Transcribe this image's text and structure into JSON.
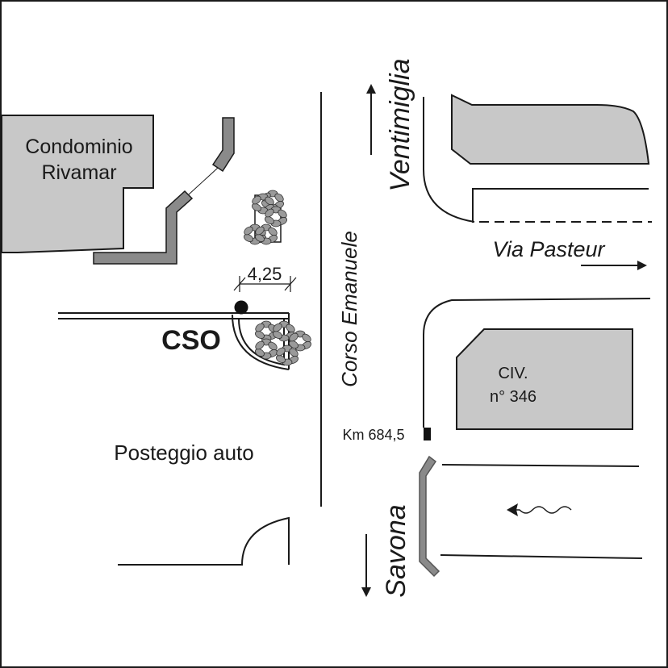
{
  "labels": {
    "building_left_line1": "Condominio",
    "building_left_line2": "Rivamar",
    "dimension": "4,25",
    "cso": "CSO",
    "parking": "Posteggio auto",
    "main_road": "Corso Emanuele",
    "north_direction": "Ventimiglia",
    "south_direction": "Savona",
    "side_street": "Via Pasteur",
    "civic_line1": "CIV.",
    "civic_line2": "n° 346",
    "kilometer_marker": "Km 684,5"
  },
  "colors": {
    "building_fill": "#c8c8c8",
    "ink": "#1a1a1a",
    "wall_fill": "#8a8a8a"
  }
}
